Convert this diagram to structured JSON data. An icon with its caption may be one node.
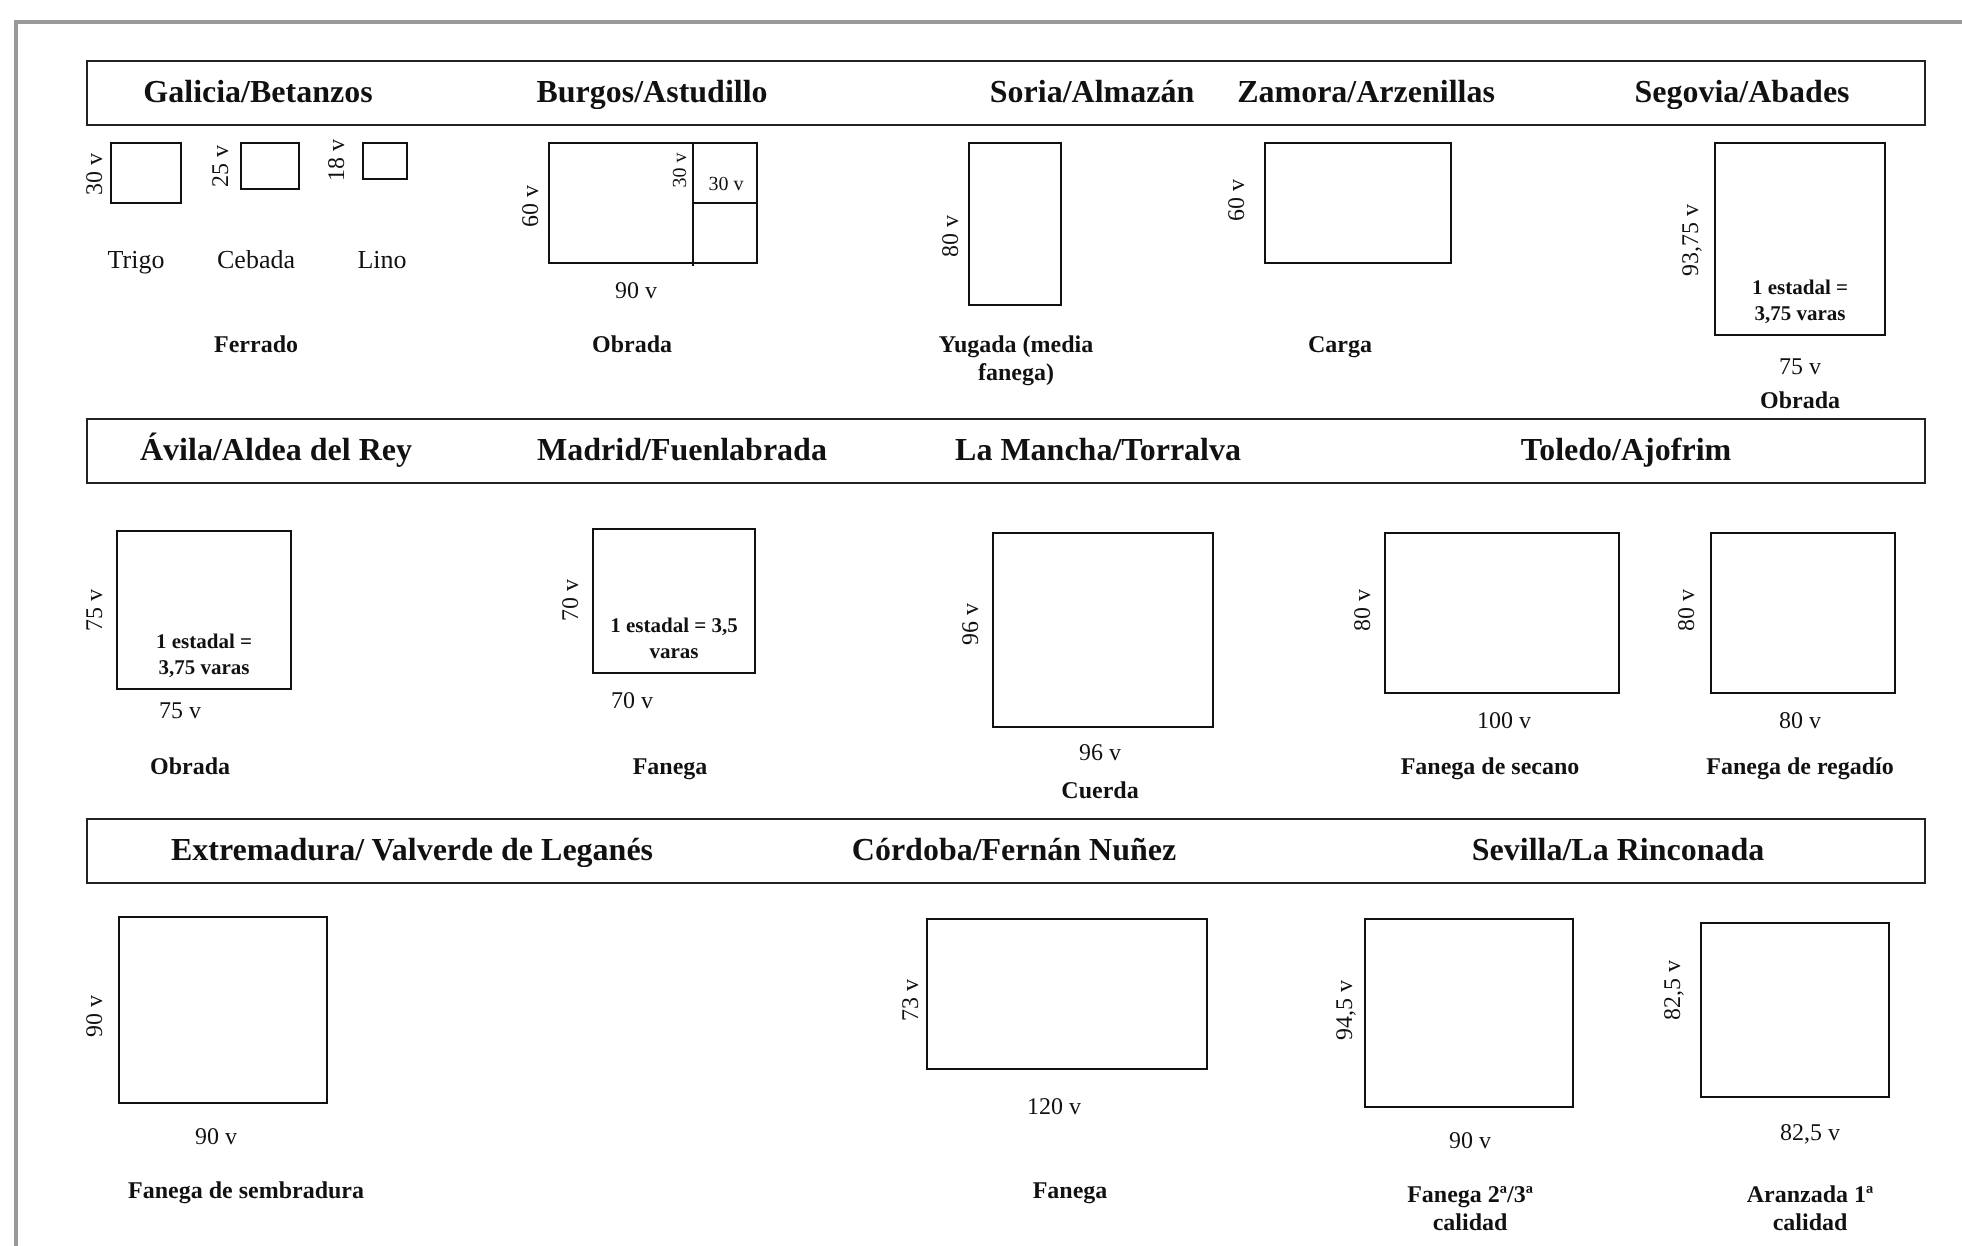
{
  "diagram": {
    "nodes": [
      {
        "text": [
          "Galicia/Betanzos",
          "Burgos/Astudillo",
          "Soria/Almazán",
          "Zamora/Arzenillas",
          "Segovia/Abades"
        ]
      },
      {
        "text": [],
        "shape": "box"
      },
      {
        "text": [],
        "shape": "box"
      },
      {
        "text": [],
        "shape": "box"
      },
      {
        "text": [],
        "shape": "box"
      },
      {
        "text": [],
        "shape": "box",
        "in": 4
      },
      {
        "text": [],
        "shape": "box",
        "in": 4
      },
      {
        "text": [],
        "shape": "box"
      },
      {
        "text": [],
        "shape": "box"
      },
      {
        "text": [
          "1 estadal = 3,75 varas"
        ]
      },
      {
        "text": [
          "Ávila/Aldea del Rey",
          "Madrid/Fuenlabrada",
          "La Mancha/Torralva",
          "Toledo/Ajofrim"
        ]
      },
      {
        "text": [
          "1 estadal = 3,75 varas"
        ]
      },
      {
        "text": [
          "1 estadal = 3,5 varas"
        ]
      },
      {
        "text": [],
        "shape": "box"
      },
      {
        "text": [],
        "shape": "box"
      },
      {
        "text": [],
        "shape": "box"
      },
      {
        "text": [
          "Extremadura/ Valverde de Leganés",
          "Córdoba/Fernán Nuñez",
          "Sevilla/La Rinconada"
        ]
      },
      {
        "text": [],
        "shape": "box"
      },
      {
        "text": [],
        "shape": "box"
      },
      {
        "text": [],
        "shape": "box"
      },
      {
        "text": [],
        "shape": "box"
      }
    ],
    "labels": [
      "30 v",
      "25 v",
      "18 v",
      "30 v",
      "30 v",
      "60 v",
      "60 v",
      "80 v",
      "93,75 v",
      "Trigo",
      "Cebada",
      "Lino",
      "90 v",
      "Ferrado",
      "Obrada",
      "Yugada (media fanega)",
      "Carga",
      "75 v",
      "Obrada",
      "75 v",
      "70 v",
      "96 v",
      "80 v",
      "80 v",
      "75 v",
      "70 v",
      "100 v",
      "80 v",
      "96 v",
      "Obrada",
      "Fanega",
      "Fanega de secano",
      "Fanega de regadío",
      "Cuerda",
      "90 v",
      "73 v",
      "94,5 v",
      "82,5 v",
      "90 v",
      "120 v",
      "90 v",
      "82,5 v",
      "Fanega de sembradura",
      "Fanega",
      "Fanega 2ª/3ª calidad",
      "Aranzada 1ª calidad"
    ]
  }
}
